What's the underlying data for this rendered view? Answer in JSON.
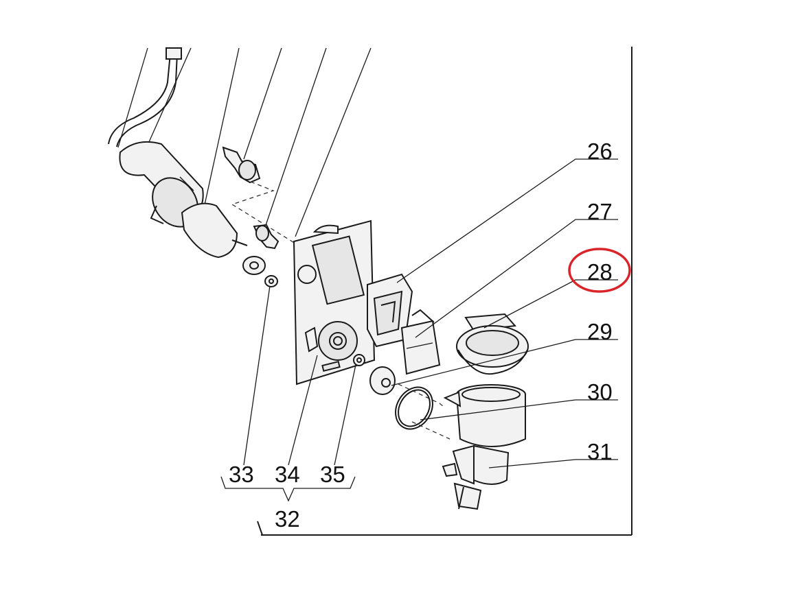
{
  "diagram": {
    "callouts": [
      {
        "id": "26",
        "text": "26"
      },
      {
        "id": "27",
        "text": "27"
      },
      {
        "id": "28",
        "text": "28"
      },
      {
        "id": "29",
        "text": "29"
      },
      {
        "id": "30",
        "text": "30"
      },
      {
        "id": "31",
        "text": "31"
      },
      {
        "id": "33",
        "text": "33"
      },
      {
        "id": "34",
        "text": "34"
      },
      {
        "id": "35",
        "text": "35"
      },
      {
        "id": "32",
        "text": "32"
      }
    ],
    "highlight": {
      "target": "28",
      "color": "#d9252a"
    }
  }
}
